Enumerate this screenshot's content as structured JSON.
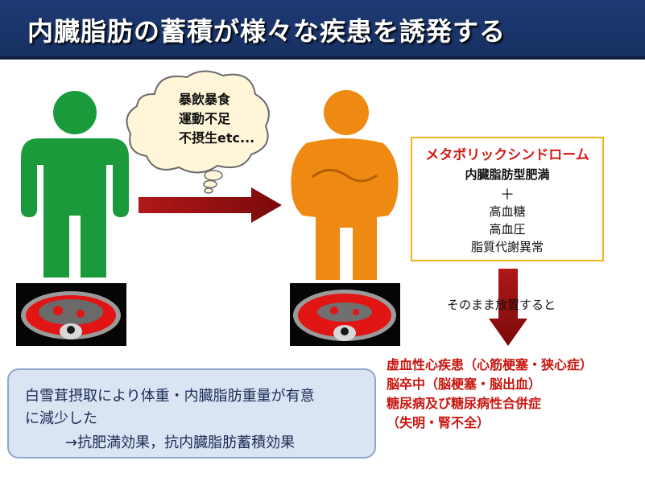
{
  "title": "内臓脂肪の蓄積が様々な疾患を誘発する",
  "thought_bubble": {
    "line1": "暴飲暴食",
    "line2": "運動不足",
    "line3": "不摂生etc..."
  },
  "syndrome_box": {
    "title": "メタボリックシンドローム",
    "main_item": "内臓脂肪型肥満",
    "plus": "＋",
    "items": [
      "高血糖",
      "高血圧",
      "脂質代謝異常"
    ]
  },
  "arrow_label": "そのまま放置すると",
  "diseases": [
    "虚血性心疾患（心筋梗塞・狭心症）",
    "脳卒中（脳梗塞・脳出血）",
    "糖尿病及び糖尿病性合併症",
    "（失明・腎不全）"
  ],
  "summary": {
    "line1": "白雪茸摂取により体重・内臓脂肪重量が有意",
    "line2": "に減少した",
    "line3": "→抗肥満効果，抗内臓脂肪蓄積効果"
  },
  "colors": {
    "title_bg": "#1f3a73",
    "healthy_figure": "#1a9a3a",
    "obese_figure": "#ee8a12",
    "arrow": "#8b0d0d",
    "syndrome_border": "#f2b316",
    "disease_text": "#c8160f",
    "summary_bg": "#dbe4f3"
  }
}
